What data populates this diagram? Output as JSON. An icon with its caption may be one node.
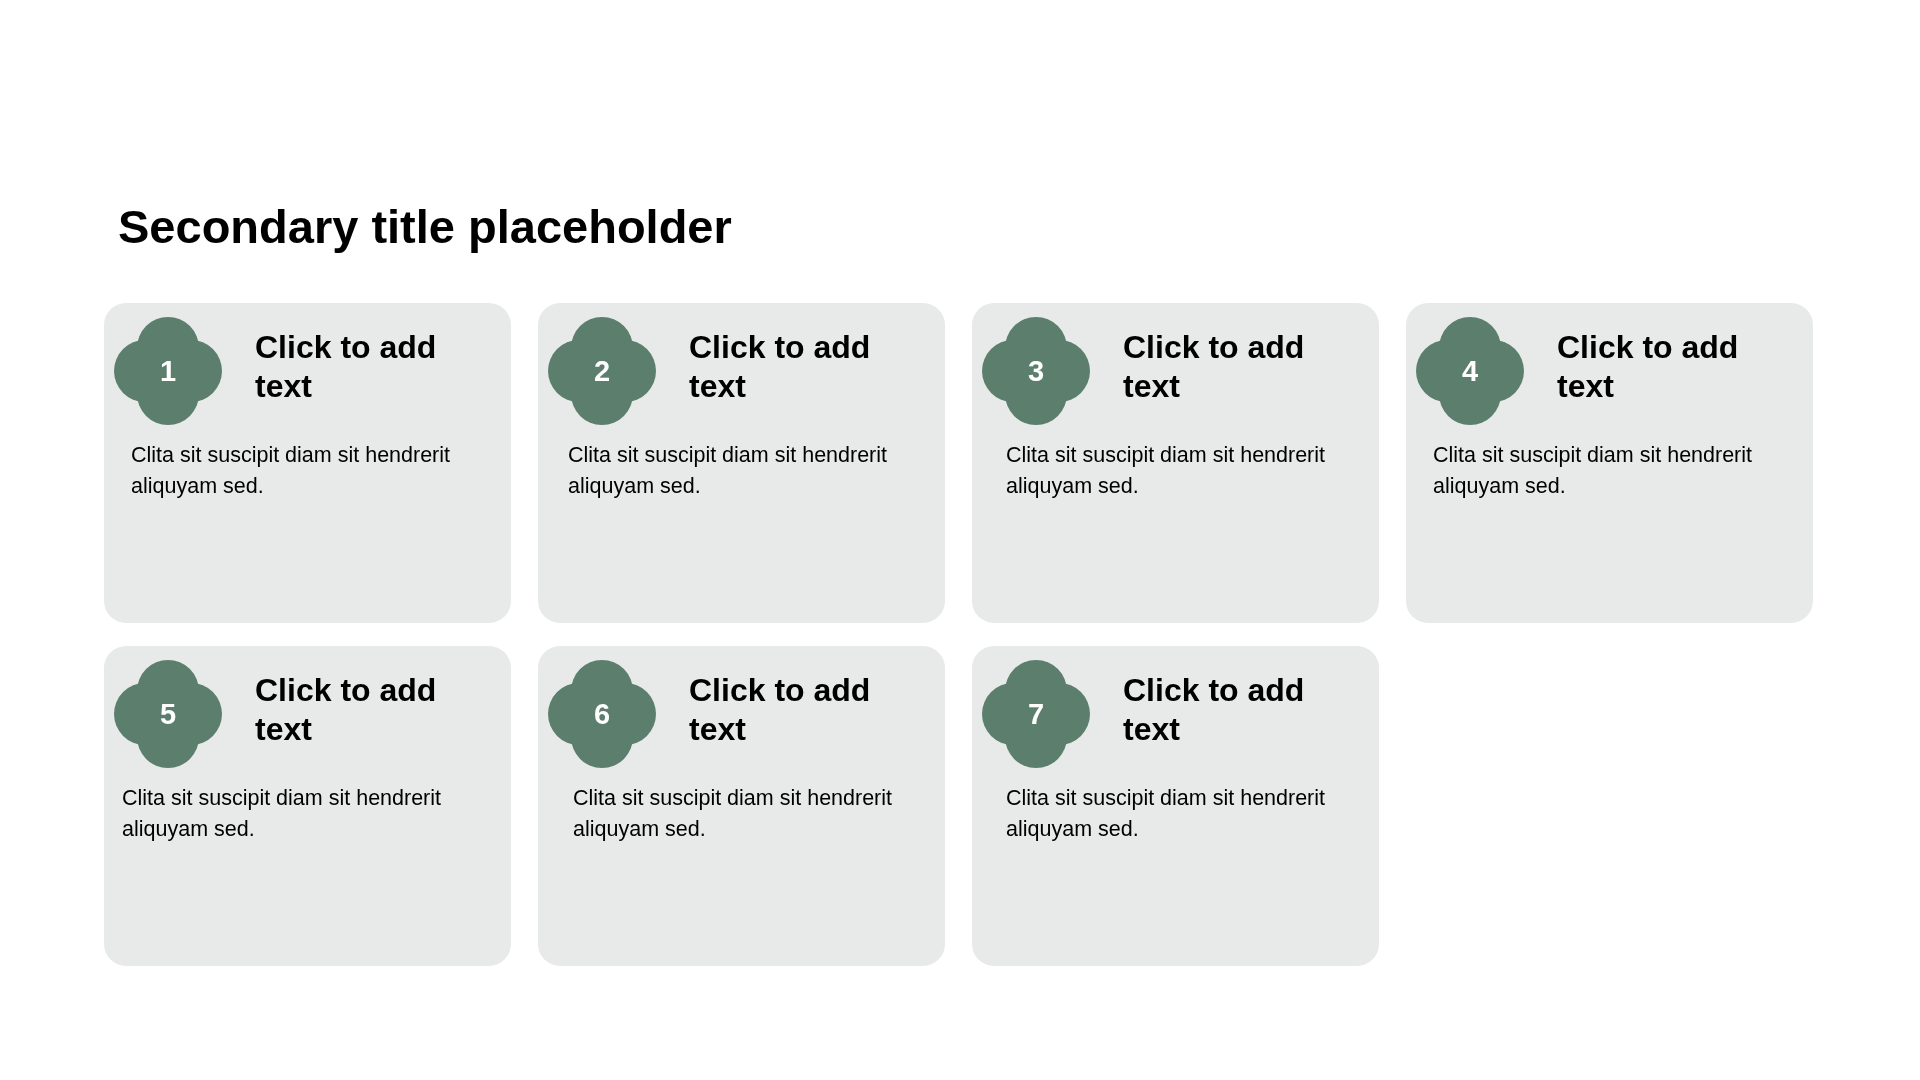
{
  "diagram": {
    "title": "Secondary title placeholder",
    "nodes": [
      {
        "text": [
          "Click to add text",
          "Clita sit suscipit diam sit hendrerit aliquyam sed."
        ]
      },
      {
        "text": [
          "1"
        ],
        "in": 0
      },
      {
        "text": [
          "Click to add text",
          "Clita sit suscipit diam sit hendrerit aliquyam sed."
        ]
      },
      {
        "text": [
          "2"
        ],
        "in": 2
      },
      {
        "text": [
          "Click to add text",
          "Clita sit suscipit diam sit hendrerit aliquyam sed."
        ]
      },
      {
        "text": [
          "3"
        ],
        "in": 4
      },
      {
        "text": [
          "Click to add text",
          "Clita sit suscipit diam sit hendrerit aliquyam sed."
        ]
      },
      {
        "text": [
          "4"
        ],
        "in": 6
      },
      {
        "text": [
          "Click to add text",
          "Clita sit suscipit diam sit hendrerit aliquyam sed."
        ]
      },
      {
        "text": [
          "5"
        ],
        "in": 8
      },
      {
        "text": [
          "Click to add text",
          "Clita sit suscipit diam sit hendrerit aliquyam sed."
        ]
      },
      {
        "text": [
          "6"
        ],
        "in": 10
      },
      {
        "text": [
          "Click to add text",
          "Clita sit suscipit diam sit hendrerit aliquyam sed."
        ]
      },
      {
        "text": [
          "7"
        ],
        "in": 12
      }
    ]
  }
}
